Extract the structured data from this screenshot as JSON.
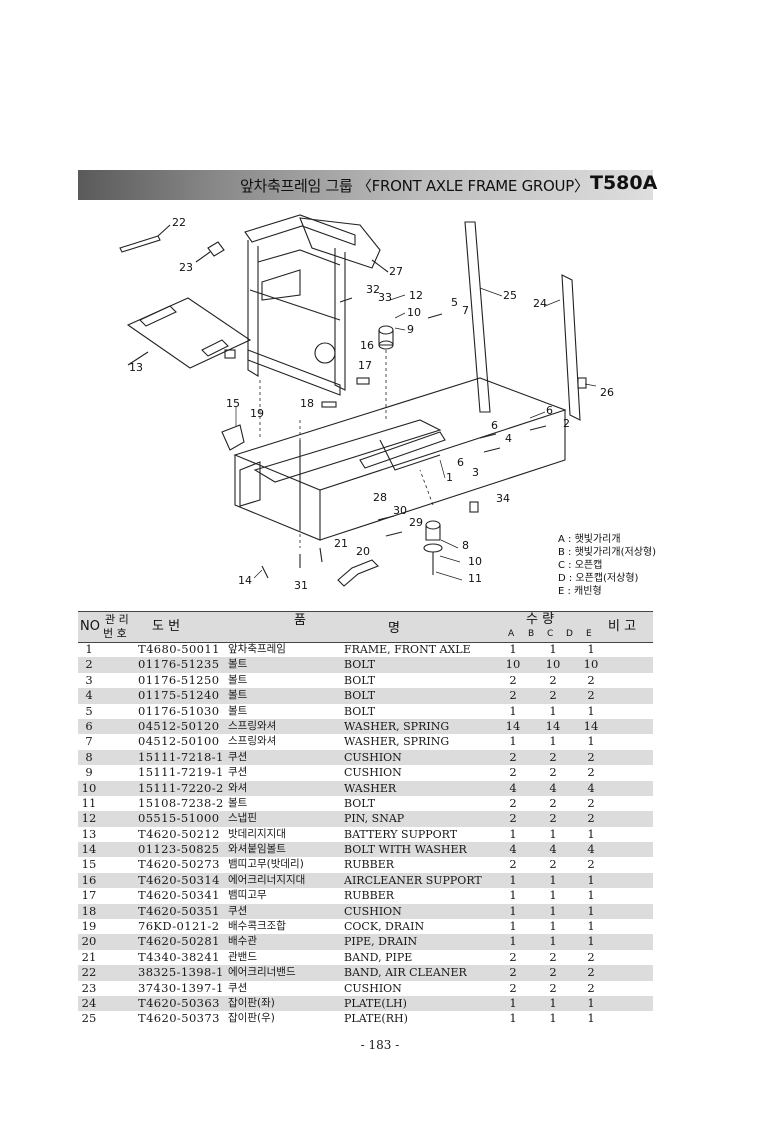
{
  "header": {
    "title": "앞차축프레임 그룹 〈FRONT AXLE FRAME GROUP〉",
    "model": "T580A"
  },
  "diagram": {
    "callouts": [
      "22",
      "23",
      "27",
      "32",
      "33",
      "12",
      "10",
      "9",
      "5",
      "7",
      "25",
      "24",
      "13",
      "16",
      "17",
      "15",
      "18",
      "19",
      "26",
      "6",
      "2",
      "4",
      "6",
      "6",
      "3",
      "1",
      "34",
      "28",
      "30",
      "29",
      "21",
      "20",
      "8",
      "10",
      "11",
      "14",
      "31"
    ],
    "legend": [
      "A : 햇빛가리개",
      "B : 햇빛가리개(저상형)",
      "C : 오픈캡",
      "D : 오픈캡(저상형)",
      "E : 캐빈형"
    ]
  },
  "table": {
    "headers": {
      "no": "NO",
      "mgmt_top": "관 리",
      "mgmt_bottom": "번 호",
      "drawing_no": "도     번",
      "name_1": "품",
      "name_2": "명",
      "qty": "수   량",
      "qty_cols": [
        "A",
        "B",
        "C",
        "D",
        "E"
      ],
      "remarks": "비  고"
    },
    "rows": [
      {
        "no": "1",
        "part": "T4680-50011",
        "kor": "앞차축프레임",
        "eng": "FRAME, FRONT AXLE",
        "a": "1",
        "c": "1",
        "e": "1"
      },
      {
        "no": "2",
        "part": "01176-51235",
        "kor": "볼트",
        "eng": "BOLT",
        "a": "10",
        "c": "10",
        "e": "10"
      },
      {
        "no": "3",
        "part": "01176-51250",
        "kor": "볼트",
        "eng": "BOLT",
        "a": "2",
        "c": "2",
        "e": "2"
      },
      {
        "no": "4",
        "part": "01175-51240",
        "kor": "볼트",
        "eng": "BOLT",
        "a": "2",
        "c": "2",
        "e": "2"
      },
      {
        "no": "5",
        "part": "01176-51030",
        "kor": "볼트",
        "eng": "BOLT",
        "a": "1",
        "c": "1",
        "e": "1"
      },
      {
        "no": "6",
        "part": "04512-50120",
        "kor": "스프링와셔",
        "eng": "WASHER, SPRING",
        "a": "14",
        "c": "14",
        "e": "14"
      },
      {
        "no": "7",
        "part": "04512-50100",
        "kor": "스프링와셔",
        "eng": "WASHER, SPRING",
        "a": "1",
        "c": "1",
        "e": "1"
      },
      {
        "no": "8",
        "part": "15111-7218-1",
        "kor": "쿠션",
        "eng": "CUSHION",
        "a": "2",
        "c": "2",
        "e": "2"
      },
      {
        "no": "9",
        "part": "15111-7219-1",
        "kor": "쿠션",
        "eng": "CUSHION",
        "a": "2",
        "c": "2",
        "e": "2"
      },
      {
        "no": "10",
        "part": "15111-7220-2",
        "kor": "와셔",
        "eng": "WASHER",
        "a": "4",
        "c": "4",
        "e": "4"
      },
      {
        "no": "11",
        "part": "15108-7238-2",
        "kor": "볼트",
        "eng": "BOLT",
        "a": "2",
        "c": "2",
        "e": "2"
      },
      {
        "no": "12",
        "part": "05515-51000",
        "kor": "스냅핀",
        "eng": "PIN, SNAP",
        "a": "2",
        "c": "2",
        "e": "2"
      },
      {
        "no": "13",
        "part": "T4620-50212",
        "kor": "밧데리지지대",
        "eng": "BATTERY SUPPORT",
        "a": "1",
        "c": "1",
        "e": "1"
      },
      {
        "no": "14",
        "part": "01123-50825",
        "kor": "와셔붙임볼트",
        "eng": "BOLT WITH WASHER",
        "a": "4",
        "c": "4",
        "e": "4"
      },
      {
        "no": "15",
        "part": "T4620-50273",
        "kor": "뱀띠고무(밧데리)",
        "eng": "RUBBER",
        "a": "2",
        "c": "2",
        "e": "2"
      },
      {
        "no": "16",
        "part": "T4620-50314",
        "kor": "에어크리너지지대",
        "eng": "AIRCLEANER SUPPORT",
        "a": "1",
        "c": "1",
        "e": "1"
      },
      {
        "no": "17",
        "part": "T4620-50341",
        "kor": "뱀띠고무",
        "eng": "RUBBER",
        "a": "1",
        "c": "1",
        "e": "1"
      },
      {
        "no": "18",
        "part": "T4620-50351",
        "kor": "쿠션",
        "eng": "CUSHION",
        "a": "1",
        "c": "1",
        "e": "1"
      },
      {
        "no": "19",
        "part": "76KD-0121-2",
        "kor": "배수콕크조합",
        "eng": "COCK, DRAIN",
        "a": "1",
        "c": "1",
        "e": "1"
      },
      {
        "no": "20",
        "part": "T4620-50281",
        "kor": "배수관",
        "eng": "PIPE, DRAIN",
        "a": "1",
        "c": "1",
        "e": "1"
      },
      {
        "no": "21",
        "part": "T4340-38241",
        "kor": "관밴드",
        "eng": "BAND, PIPE",
        "a": "2",
        "c": "2",
        "e": "2"
      },
      {
        "no": "22",
        "part": "38325-1398-1",
        "kor": "에어크리너밴드",
        "eng": "BAND, AIR CLEANER",
        "a": "2",
        "c": "2",
        "e": "2"
      },
      {
        "no": "23",
        "part": "37430-1397-1",
        "kor": "쿠션",
        "eng": "CUSHION",
        "a": "2",
        "c": "2",
        "e": "2"
      },
      {
        "no": "24",
        "part": "T4620-50363",
        "kor": "잡이판(좌)",
        "eng": "PLATE(LH)",
        "a": "1",
        "c": "1",
        "e": "1"
      },
      {
        "no": "25",
        "part": "T4620-50373",
        "kor": "잡이판(우)",
        "eng": "PLATE(RH)",
        "a": "1",
        "c": "1",
        "e": "1"
      }
    ]
  },
  "footer": {
    "page": "- 183 -"
  }
}
